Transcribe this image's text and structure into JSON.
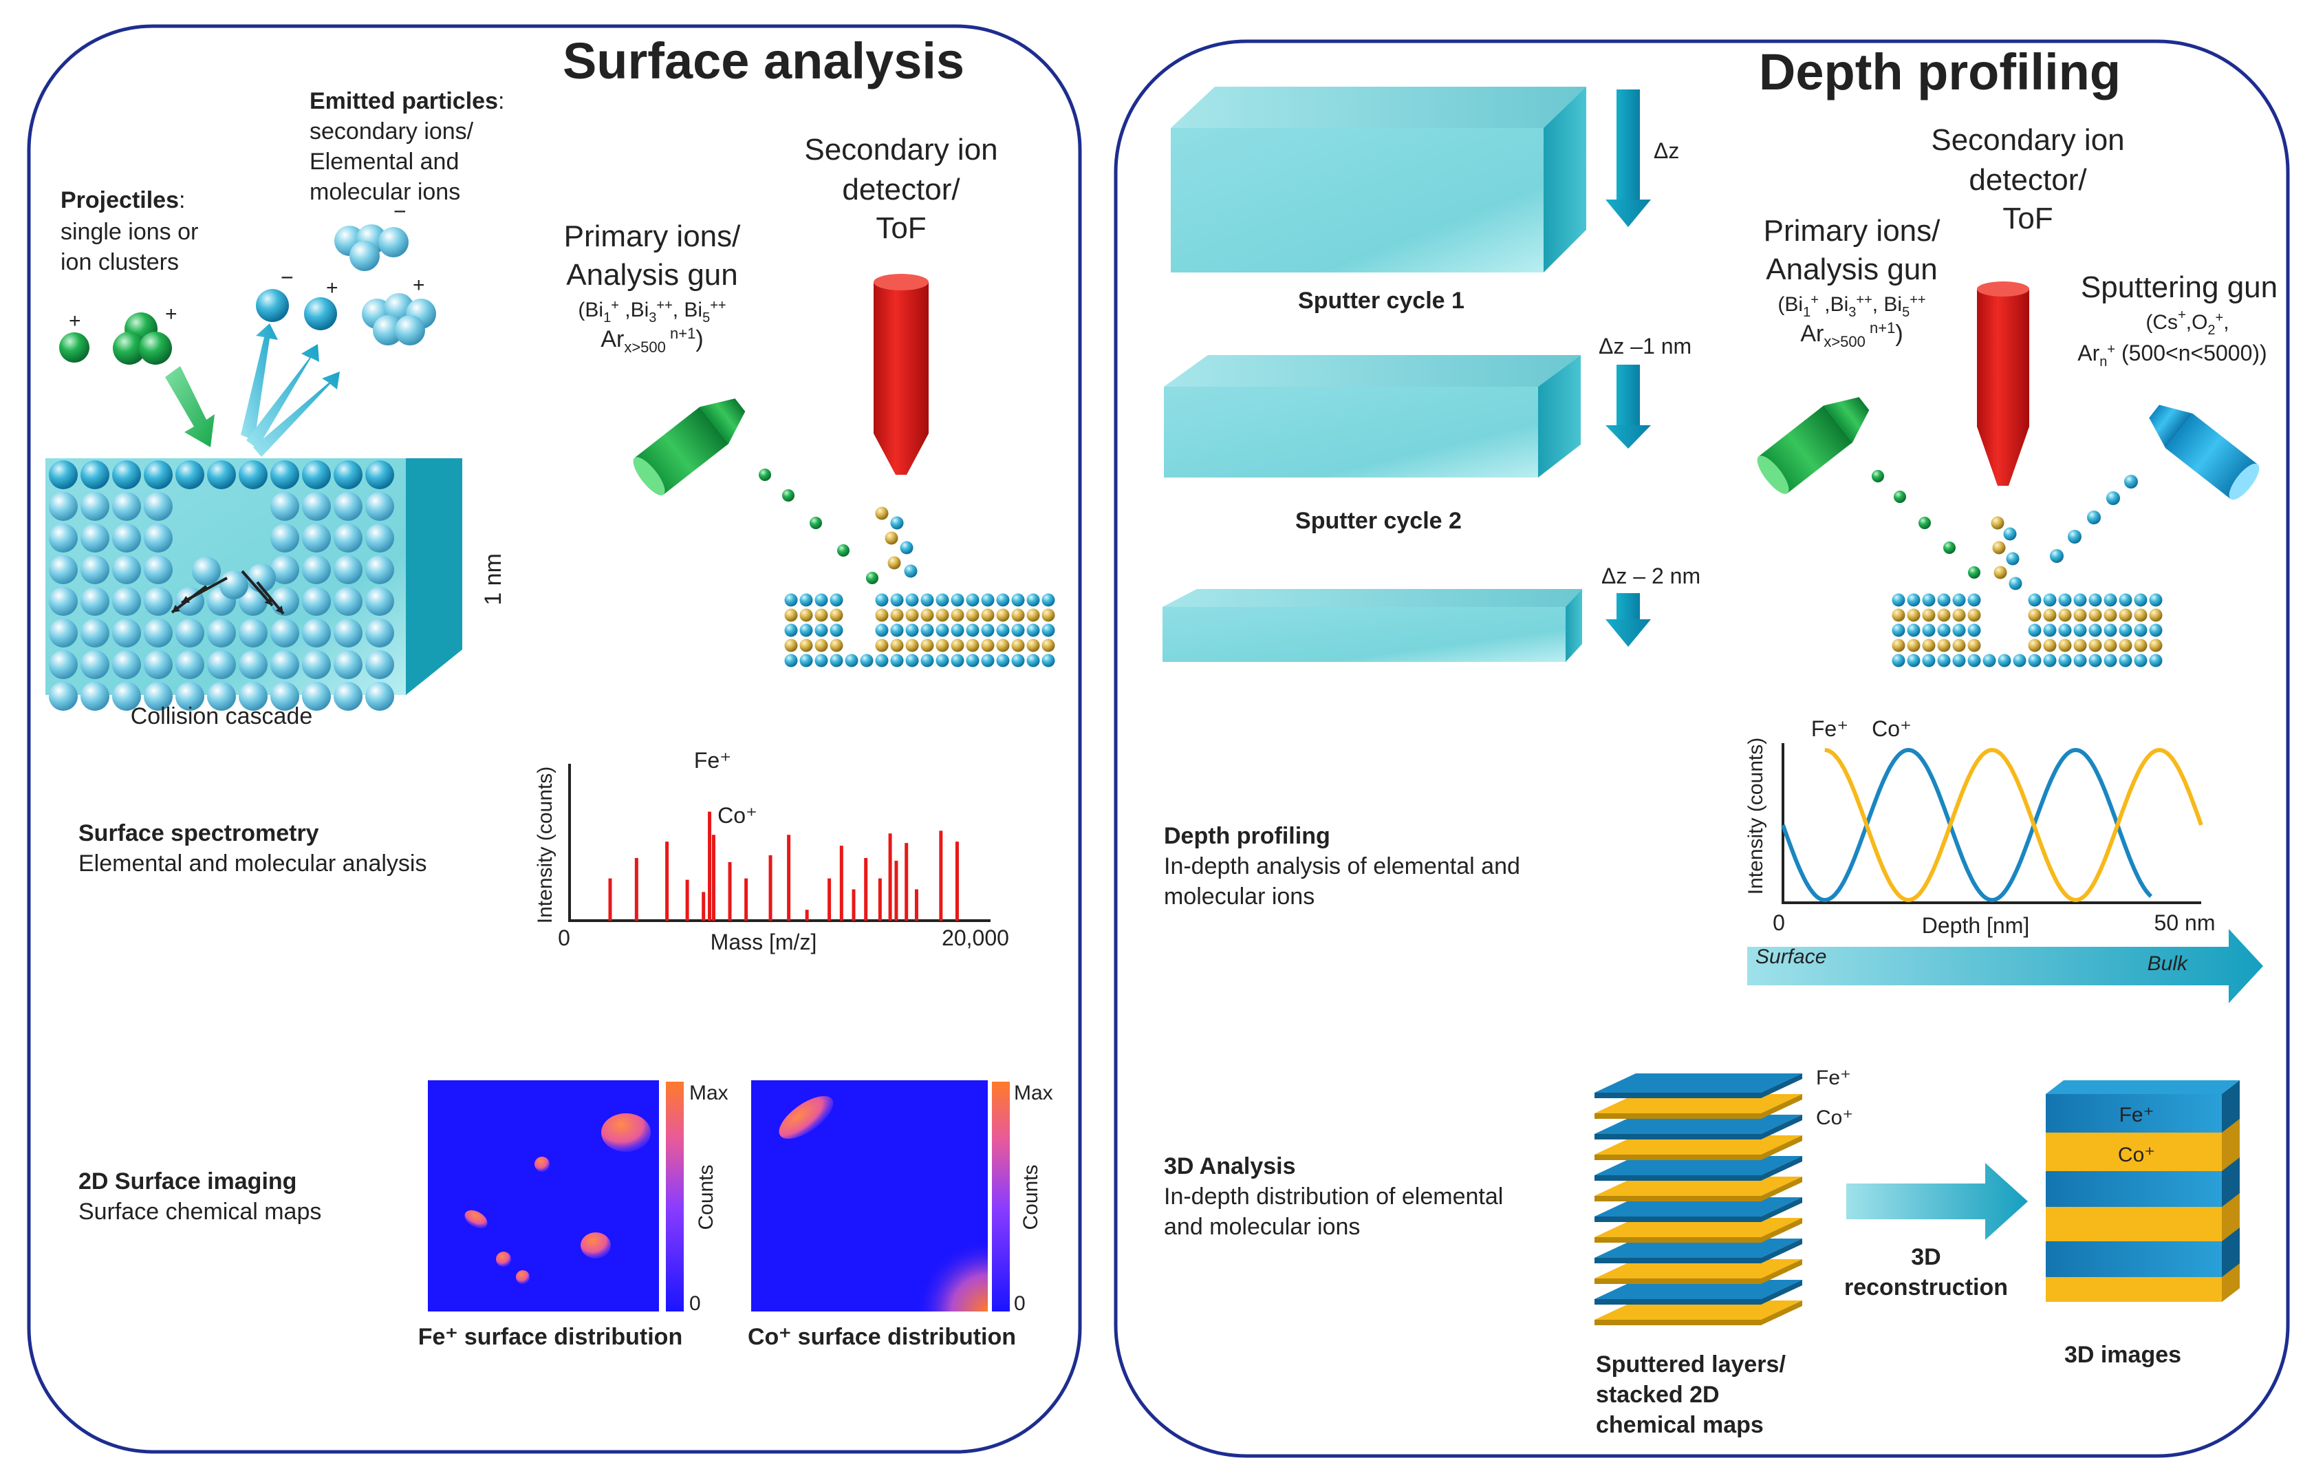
{
  "surface": {
    "title": "Surface analysis",
    "projectiles": {
      "heading": "Projectiles",
      "colon": ":",
      "line1": "single ions or",
      "line2": "ion clusters"
    },
    "emitted": {
      "heading": "Emitted particles",
      "colon": ":",
      "line1": "secondary ions/",
      "line2": "Elemental and",
      "line3": "molecular ions"
    },
    "detector": {
      "line1": "Secondary ion",
      "line2": "detector/",
      "line3": "ToF"
    },
    "primary": {
      "line1": "Primary ions/",
      "line2": "Analysis gun",
      "formula_a": "Bi",
      "formula_b": "Ar"
    },
    "thickness": "1 nm",
    "cascade": "Collision cascade",
    "spectrometry": {
      "title": "Surface spectrometry",
      "subtitle": "Elemental and molecular analysis"
    },
    "imaging": {
      "title": "2D Surface imaging",
      "subtitle": "Surface chemical maps"
    },
    "maps": {
      "fe_caption": "Fe⁺ surface distribution",
      "co_caption": "Co⁺ surface distribution",
      "colorbar_max": "Max",
      "colorbar_min": "0",
      "colorbar_label": "Counts"
    }
  },
  "depth": {
    "title": "Depth profiling",
    "cycle1": "Sputter cycle 1",
    "cycle2": "Sputter cycle 2",
    "dz1": "Δz",
    "dz2": "Δz –1 nm",
    "dz3": "Δz – 2 nm",
    "detector": {
      "line1": "Secondary ion",
      "line2": "detector/",
      "line3": "ToF"
    },
    "primary": {
      "line1": "Primary ions/",
      "line2": "Analysis gun"
    },
    "sputtering": {
      "line1": "Sputtering gun"
    },
    "profiling": {
      "title": "Depth profiling",
      "line1": "In-depth analysis of elemental and",
      "line2": "molecular ions"
    },
    "analysis3d": {
      "title": "3D Analysis",
      "line1": "In-depth distribution of elemental",
      "line2": "and molecular ions"
    },
    "surface_label": "Surface",
    "bulk_label": "Bulk",
    "stack_fe": "Fe⁺",
    "stack_co": "Co⁺",
    "recon_line1": "3D",
    "recon_line2": "reconstruction",
    "layers_line1": "Sputtered layers/",
    "layers_line2": "stacked 2D",
    "layers_line3": "chemical maps",
    "images3d": "3D images"
  },
  "colors": {
    "fe": "#1a86c1",
    "co": "#f7b81a",
    "spectrum": "#e81818",
    "slab": "#7fd6dd",
    "border": "#1d2d8f"
  },
  "chart_data": [
    {
      "type": "bar",
      "xlabel": "Mass [m/z]",
      "ylabel": "Intensity (counts)",
      "x_tick_labels": [
        "0",
        "20,000"
      ],
      "xlim": [
        0,
        20000
      ],
      "ylim": [
        0,
        100
      ],
      "annotations": [
        {
          "text": "Fe⁺",
          "x": 6800
        },
        {
          "text": "Co⁺",
          "x": 7100
        }
      ],
      "x": [
        2000,
        3300,
        4800,
        5800,
        6600,
        6900,
        7100,
        7900,
        8700,
        9900,
        10800,
        11700,
        12800,
        13400,
        14000,
        14600,
        15300,
        15800,
        16100,
        16600,
        17100,
        18300,
        19100
      ],
      "values": [
        31,
        46,
        58,
        30,
        21,
        80,
        63,
        43,
        31,
        48,
        63,
        8,
        31,
        55,
        23,
        46,
        31,
        64,
        44,
        57,
        23,
        66,
        58
      ]
    },
    {
      "type": "line",
      "xlabel": "Depth [nm]",
      "ylabel": "Intensity (counts)",
      "x_tick_labels": [
        "0",
        "50 nm"
      ],
      "xlim": [
        0,
        50
      ],
      "ylim": [
        0,
        1
      ],
      "series": [
        {
          "name": "Fe⁺",
          "color": "#1a86c1",
          "period": 20,
          "phase": 0
        },
        {
          "name": "Co⁺",
          "color": "#f7b81a",
          "period": 20,
          "phase": 10
        }
      ]
    }
  ]
}
